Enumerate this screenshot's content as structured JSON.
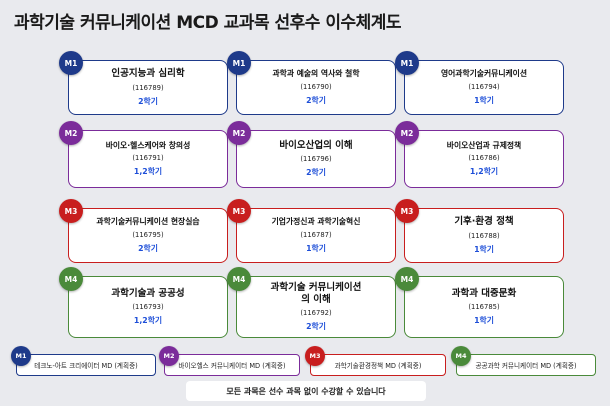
{
  "page_title": "과학기술 커뮤니케이션 MCD 교과목 선후수 이수체계도",
  "colors": {
    "M1": "#1e3a8a",
    "M2": "#7b2c9a",
    "M3": "#c81e1e",
    "M4": "#4a8a3a"
  },
  "courses": [
    {
      "level": "M1",
      "name": "인공지능과 심리학",
      "code": "(116789)",
      "semester": "2학기"
    },
    {
      "level": "M1",
      "name": "과학과 예술의 역사와 철학",
      "code": "(116790)",
      "semester": "2학기"
    },
    {
      "level": "M1",
      "name": "영어과학기술커뮤니케이션",
      "code": "(116794)",
      "semester": "1학기"
    },
    {
      "level": "M2",
      "name": "바이오·헬스케어와 창의성",
      "code": "(116791)",
      "semester": "1,2학기"
    },
    {
      "level": "M2",
      "name": "바이오산업의 이해",
      "code": "(116796)",
      "semester": "2학기"
    },
    {
      "level": "M2",
      "name": "바이오산업과 규제정책",
      "code": "(116786)",
      "semester": "1,2학기"
    },
    {
      "level": "M3",
      "name": "과학기술커뮤니케이션 현장실습",
      "code": "(116795)",
      "semester": "2학기"
    },
    {
      "level": "M3",
      "name": "기업가정신과 과학기술혁신",
      "code": "(116787)",
      "semester": "1학기"
    },
    {
      "level": "M3",
      "name": "기후·환경 정책",
      "code": "(116788)",
      "semester": "1학기"
    },
    {
      "level": "M4",
      "name": "과학기술과 공공성",
      "code": "(116793)",
      "semester": "1,2학기"
    },
    {
      "level": "M4",
      "name": "과학기술 커뮤니케이션의 이해",
      "code": "(116792)",
      "semester": "2학기"
    },
    {
      "level": "M4",
      "name": "과학과 대중문화",
      "code": "(116785)",
      "semester": "1학기"
    }
  ],
  "legend": [
    {
      "level": "M1",
      "label": "테크노-아트 크리에이터 MD (계획중)"
    },
    {
      "level": "M2",
      "label": "바이오헬스 커뮤니케이터 MD (계획중)"
    },
    {
      "level": "M3",
      "label": "과학기술환경정책 MD (계획중)"
    },
    {
      "level": "M4",
      "label": "공공과학 커뮤니케이터 MD (계획중)"
    }
  ],
  "note": "모든 과목은 선수 과목 없이 수강할 수 있습니다"
}
